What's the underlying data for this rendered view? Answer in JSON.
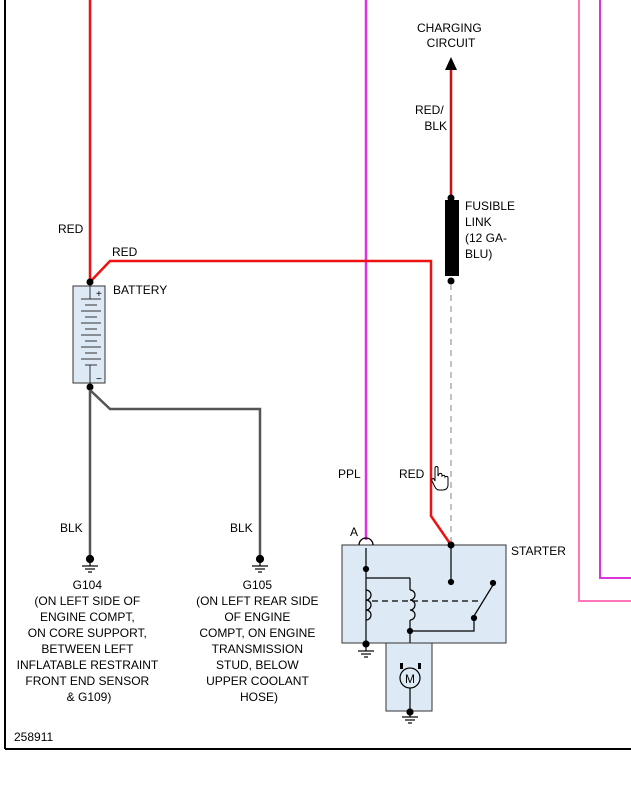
{
  "labels": {
    "charging_circuit": [
      "CHARGING",
      "CIRCUIT"
    ],
    "red_blk": [
      "RED/",
      "BLK"
    ],
    "fusible_link": [
      "FUSIBLE",
      "LINK",
      "(12 GA-",
      "BLU)"
    ],
    "red_top_left": "RED",
    "red_horizontal": "RED",
    "battery": "BATTERY",
    "battery_plus": "+",
    "battery_minus": "−",
    "ppl": "PPL",
    "red_starter": "RED",
    "blk_g104": "BLK",
    "blk_g105": "BLK",
    "terminal_a": "A",
    "starter": "STARTER",
    "motor": "M",
    "g104": [
      "G104",
      "(ON LEFT SIDE OF",
      "ENGINE COMPT,",
      "ON CORE SUPPORT,",
      "BETWEEN LEFT",
      "INFLATABLE RESTRAINT",
      "FRONT END SENSOR",
      "& G109)"
    ],
    "g105": [
      "G105",
      "(ON LEFT REAR SIDE",
      "OF ENGINE",
      "COMPT, ON ENGINE",
      "TRANSMISSION",
      "STUD, BELOW",
      "UPPER COOLANT",
      "HOSE)"
    ],
    "figure_number": "258911"
  },
  "colors": {
    "red_wire": "#ee1111",
    "red_blk_wire": "#cc1111",
    "purple_wire": "#dd33dd",
    "pink_wire": "#ff77bb",
    "black_wire": "#555555",
    "component_fill": "#dde9f5",
    "border": "#000000"
  }
}
